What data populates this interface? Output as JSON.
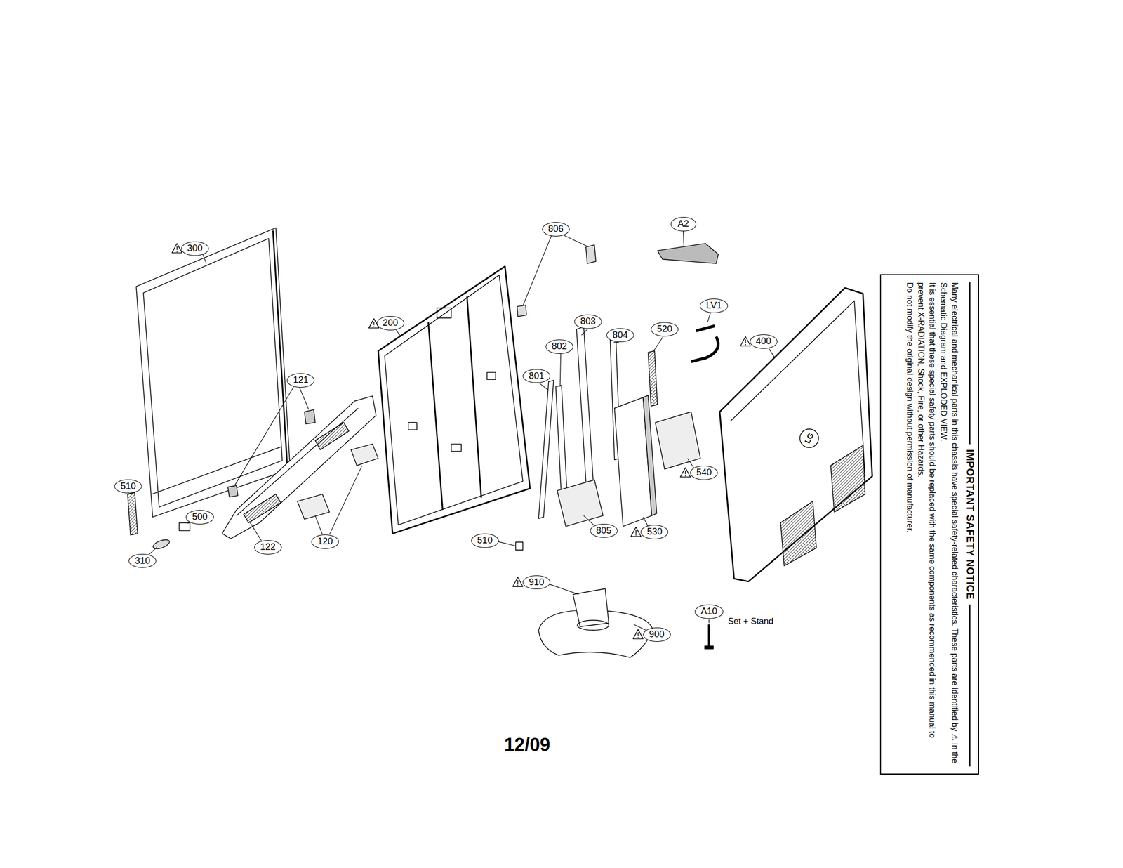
{
  "diagram": {
    "nodes": [
      {
        "text": [
          "IMPORTANT SAFETY NOTICE",
          "Many electrical and mechanical parts in this chassis have special safety-related characteristics. These parts are identified by ⚠ in the Schematic Diagram and EXPLODED VIEW.",
          "It is essential that these special safety parts should be replaced with the same components as recommended in this manual to prevent X-RADIATION, Shock, Fire, or other Hazards.",
          "Do not modify the original design without permission of manufacturer."
        ]
      }
    ],
    "labels": [
      "300",
      "121",
      "510",
      "500",
      "310",
      "122",
      "120",
      "200",
      "806",
      "A2",
      "803",
      "802",
      "804",
      "520",
      "LV1",
      "400",
      "801",
      "540",
      "805",
      "530",
      "510",
      "910",
      "900",
      "A10",
      "Set + Stand",
      "LG",
      "12/09"
    ]
  }
}
